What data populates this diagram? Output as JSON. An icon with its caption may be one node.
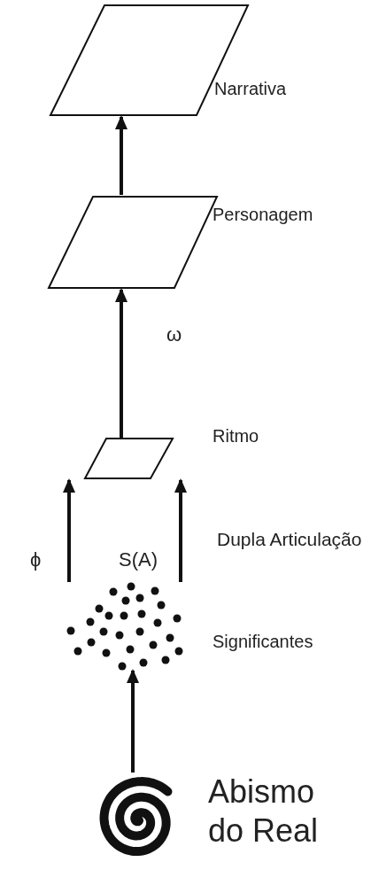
{
  "diagram": {
    "nodes": [
      {
        "text": [],
        "shape": "parallelogram",
        "beside": [
          "Narrativa"
        ]
      },
      {
        "text": [],
        "shape": "parallelogram",
        "beside": [
          "Personagem"
        ]
      },
      {
        "text": [],
        "shape": "parallelogram",
        "beside": [
          "Ritmo"
        ]
      },
      {
        "text": [],
        "shape": "dots",
        "beside": [
          "Significantes"
        ]
      },
      {
        "text": [],
        "shape": "spiral",
        "beside": [
          "Abismo do Real"
        ]
      }
    ],
    "edges": [
      {
        "from": 1,
        "to": 0,
        "arrow": "to"
      },
      {
        "from": 2,
        "to": 1,
        "arrow": "to",
        "label": "ω"
      },
      {
        "from": 3,
        "to": 2,
        "arrow": "to",
        "label": "ϕ"
      },
      {
        "from": 3,
        "to": 2,
        "arrow": "to",
        "label": "S(A)"
      },
      {
        "from": 4,
        "to": 3,
        "arrow": "to"
      }
    ],
    "labels": [
      "Dupla Articulação"
    ]
  }
}
